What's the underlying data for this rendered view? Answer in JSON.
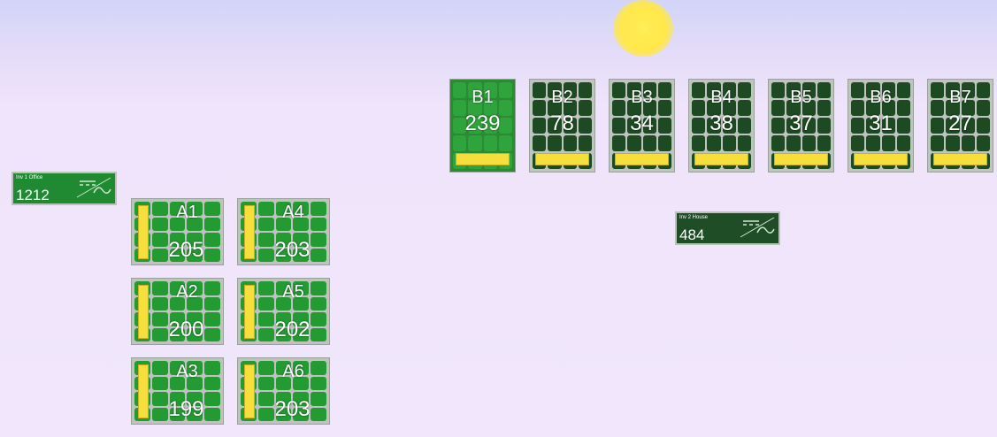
{
  "colors": {
    "panel_active": "#2fa43c",
    "panel_mid": "#249a33",
    "panel_dark": "#1d4a22",
    "bar_yellow": "#f6df3c",
    "sun": "#ffee55",
    "sky_top": "#d2d4f8",
    "sky_bottom": "#f1e6fb"
  },
  "inverters": [
    {
      "name": "Inv 1 Office",
      "value": "1212",
      "icon": "inverter-wave-icon"
    },
    {
      "name": "Inv 2 House",
      "value": "484",
      "icon": "inverter-wave-icon"
    }
  ],
  "panels_a": [
    {
      "name": "A1",
      "value": "205"
    },
    {
      "name": "A2",
      "value": "200"
    },
    {
      "name": "A3",
      "value": "199"
    },
    {
      "name": "A4",
      "value": "203"
    },
    {
      "name": "A5",
      "value": "202"
    },
    {
      "name": "A6",
      "value": "203"
    }
  ],
  "panels_b": [
    {
      "name": "B1",
      "value": "239"
    },
    {
      "name": "B2",
      "value": "78"
    },
    {
      "name": "B3",
      "value": "34"
    },
    {
      "name": "B4",
      "value": "38"
    },
    {
      "name": "B5",
      "value": "37"
    },
    {
      "name": "B6",
      "value": "31"
    },
    {
      "name": "B7",
      "value": "27"
    }
  ]
}
